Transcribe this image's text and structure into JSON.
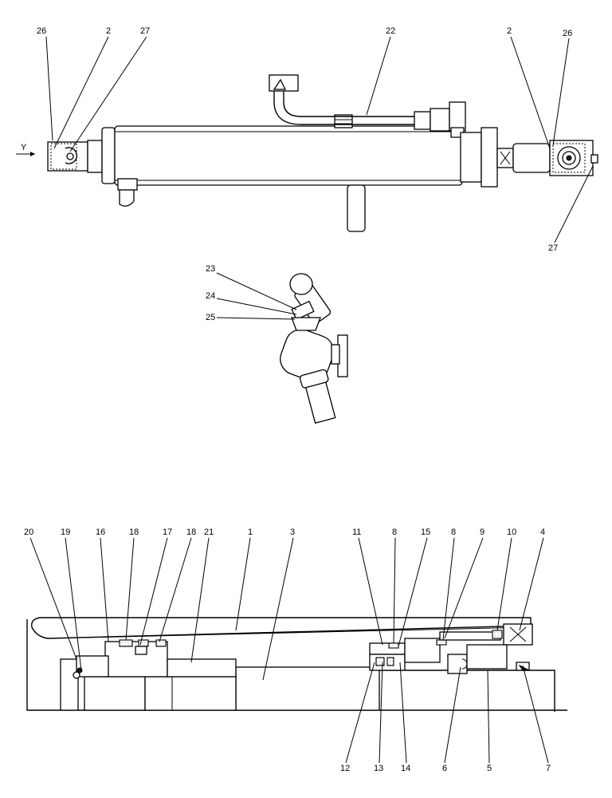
{
  "view_label": "Y",
  "top_view": {
    "labels": [
      "26",
      "2",
      "27",
      "22",
      "2",
      "26",
      "27"
    ]
  },
  "end_view": {
    "labels": [
      "23",
      "24",
      "25"
    ]
  },
  "section_view": {
    "top_labels": [
      "20",
      "19",
      "16",
      "18",
      "17",
      "18",
      "21",
      "1",
      "3",
      "11",
      "8",
      "15",
      "8",
      "9",
      "10",
      "4"
    ],
    "bottom_labels": [
      "12",
      "13",
      "14",
      "6",
      "5",
      "7"
    ]
  }
}
